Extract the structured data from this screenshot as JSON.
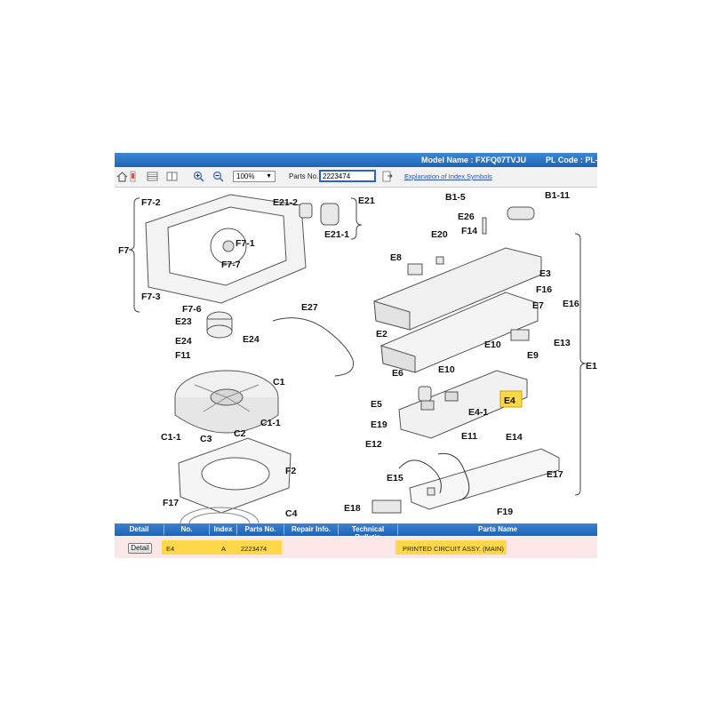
{
  "titlebar": {
    "model_name": "Model Name : FXFQ07TVJU",
    "pl_code": "PL Code : PL-"
  },
  "toolbar": {
    "zoom_value": "100%",
    "parts_no_label": "Parts No.",
    "parts_no_value": "2223474",
    "index_symbols_link": "Explanation of Index Symbols",
    "icons": [
      "home-icon",
      "print-icon",
      "split-horizontal-icon",
      "split-vertical-icon",
      "zoom-in-icon",
      "zoom-out-icon",
      "search-go-icon"
    ]
  },
  "diagram": {
    "labels": [
      "F7-2",
      "E21-2",
      "E21",
      "F7-1",
      "F7-7",
      "F7",
      "F7-3",
      "E21-1",
      "F7-6",
      "E23",
      "E27",
      "E24",
      "E24",
      "F11",
      "C1",
      "C1-1",
      "C2",
      "C3",
      "C1-1",
      "F2",
      "F17",
      "C4",
      "B1-5",
      "B1-11",
      "E26",
      "F14",
      "E20",
      "E8",
      "E3",
      "F16",
      "E16",
      "E7",
      "E2",
      "E10",
      "E13",
      "E9",
      "E6",
      "E10",
      "E1",
      "E4",
      "E5",
      "E4-1",
      "E19",
      "E11",
      "E14",
      "E12",
      "E15",
      "E17",
      "E18",
      "F19"
    ],
    "highlighted_label": "E4"
  },
  "table": {
    "headers": [
      "Detail",
      "No.",
      "Index",
      "Parts No.",
      "Repair Info.",
      "Technical Bulletin",
      "Parts Name"
    ],
    "rows": [
      {
        "detail_label": "Detail",
        "no": "E4",
        "index": "A",
        "parts_no": "2223474",
        "repair_info": "",
        "technical_bulletin": "",
        "parts_name": "PRINTED CIRCUIT ASSY. (MAIN)"
      }
    ]
  },
  "colors": {
    "header_blue": "#1f63b4",
    "highlight_yellow": "#ffd84a",
    "row_pink": "#fbe6e8"
  }
}
